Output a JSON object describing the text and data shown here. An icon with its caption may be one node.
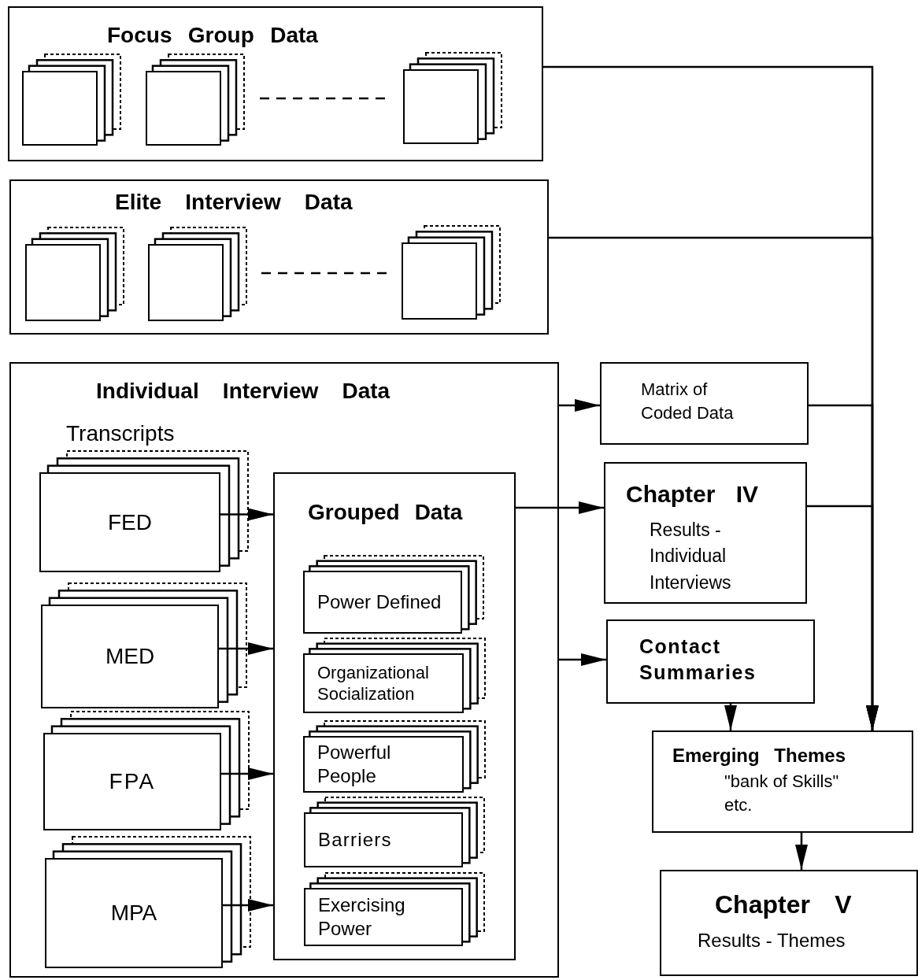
{
  "diagram": {
    "nodes": [
      {
        "text": [
          "Focus Group Data"
        ]
      },
      {
        "text": [],
        "shape": "box",
        "in": 0
      },
      {
        "text": [],
        "shape": "box",
        "in": 0
      },
      {
        "text": [],
        "shape": "box",
        "in": 0
      },
      {
        "text": [
          "Elite Interview Data"
        ]
      },
      {
        "text": [],
        "shape": "box",
        "in": 4
      },
      {
        "text": [],
        "shape": "box",
        "in": 4
      },
      {
        "text": [],
        "shape": "box",
        "in": 4
      },
      {
        "text": [
          "Individual Interview Data",
          "Transcripts"
        ]
      },
      {
        "text": [
          "FED"
        ],
        "in": 8
      },
      {
        "text": [
          "MED"
        ],
        "in": 8
      },
      {
        "text": [
          "FPA"
        ],
        "in": 8
      },
      {
        "text": [
          "MPA"
        ],
        "in": 8
      },
      {
        "text": [
          "Grouped Data"
        ],
        "in": 8
      },
      {
        "text": [
          "Power Defined"
        ],
        "in": 13
      },
      {
        "text": [
          "Organizational Socialization"
        ],
        "in": 13
      },
      {
        "text": [
          "Powerful People"
        ],
        "in": 13
      },
      {
        "text": [
          "Barriers"
        ],
        "in": 13
      },
      {
        "text": [
          "Exercising Power"
        ],
        "in": 13
      },
      {
        "text": [
          "Matrix of Coded Data"
        ]
      },
      {
        "text": [
          "Chapter IV",
          "Results - Individual Interviews"
        ]
      },
      {
        "text": [
          "Contact Summaries"
        ]
      },
      {
        "text": [
          "Emerging Themes",
          "\"bank of Skills\" etc."
        ]
      },
      {
        "text": [
          "Chapter V",
          "Results - Themes"
        ]
      }
    ],
    "edges": [
      {
        "from": 0,
        "to": 22,
        "arrow": "to"
      },
      {
        "from": 4,
        "to": 22,
        "arrow": "to"
      },
      {
        "from": 8,
        "to": 19,
        "arrow": "to"
      },
      {
        "from": 8,
        "to": 21,
        "arrow": "to"
      },
      {
        "from": 13,
        "to": 20,
        "arrow": "to"
      },
      {
        "from": 19,
        "to": 22,
        "arrow": "to"
      },
      {
        "from": 20,
        "to": 22,
        "arrow": "to"
      },
      {
        "from": 9,
        "to": 13,
        "arrow": "to"
      },
      {
        "from": 10,
        "to": 13,
        "arrow": "to"
      },
      {
        "from": 11,
        "to": 13,
        "arrow": "to"
      },
      {
        "from": 12,
        "to": 13,
        "arrow": "to"
      },
      {
        "from": 21,
        "to": 22,
        "arrow": "to"
      },
      {
        "from": 22,
        "to": 23,
        "arrow": "to"
      }
    ]
  }
}
